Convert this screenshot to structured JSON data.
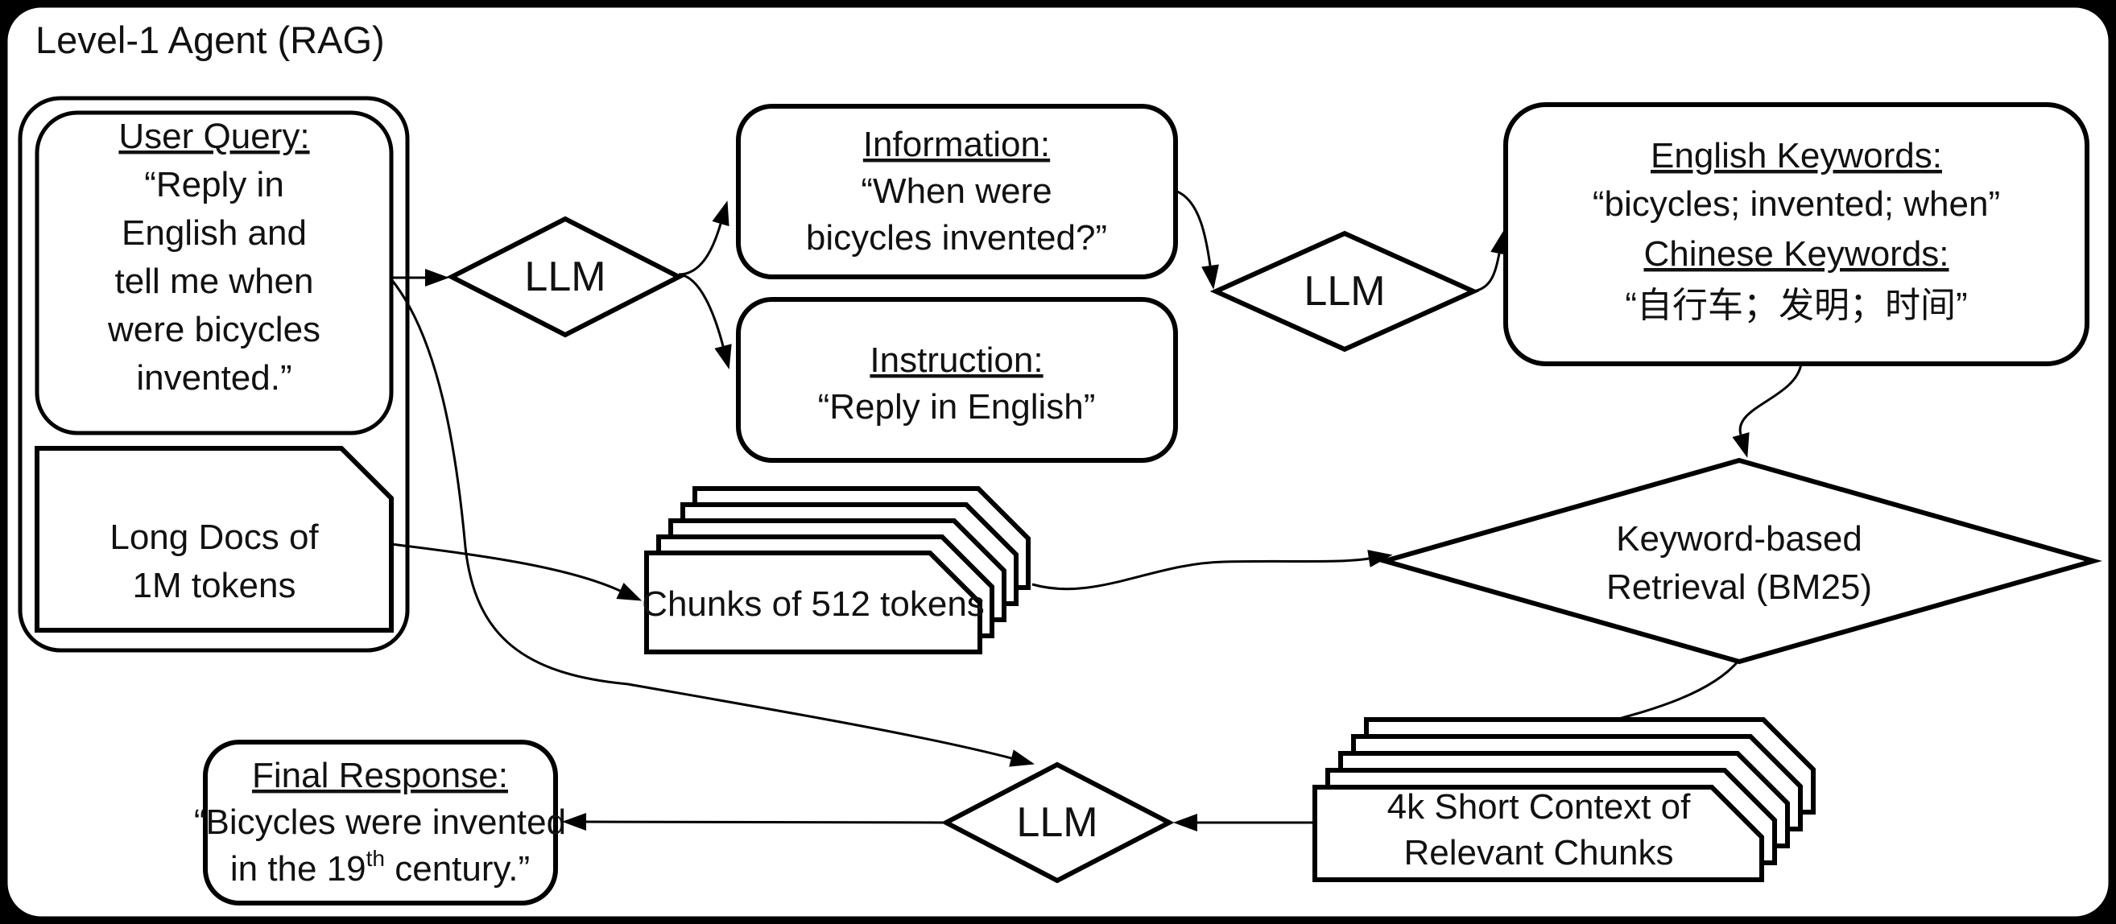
{
  "diagram": {
    "title": "Level-1 Agent (RAG)",
    "nodes": {
      "user_query": {
        "heading": "User Query:",
        "lines": [
          "“Reply in",
          "English and",
          "tell me when",
          "were bicycles",
          "invented.”"
        ]
      },
      "long_docs": {
        "lines": [
          "Long Docs of",
          "1M tokens"
        ]
      },
      "llm_parse": {
        "label": "LLM"
      },
      "information": {
        "heading": "Information:",
        "lines": [
          "“When were",
          "bicycles invented?”"
        ]
      },
      "instruction": {
        "heading": "Instruction:",
        "lines": [
          "“Reply in English”"
        ]
      },
      "llm_keywords": {
        "label": "LLM"
      },
      "keywords": {
        "english_heading": "English Keywords:",
        "english_value": "“bicycles; invented; when”",
        "chinese_heading": "Chinese Keywords:",
        "chinese_value": "“自行车；发明；时间”"
      },
      "retrieval": {
        "lines": [
          "Keyword-based",
          "Retrieval (BM25)"
        ]
      },
      "chunks": {
        "label": "Chunks of 512 tokens"
      },
      "short_context": {
        "lines": [
          "4k Short Context of",
          "Relevant Chunks"
        ]
      },
      "llm_answer": {
        "label": "LLM"
      },
      "final_response": {
        "heading": "Final Response:",
        "line2": "“Bicycles were invented",
        "line3_pre": "in the 19",
        "line3_sup": "th",
        "line3_post": " century.”"
      }
    },
    "colors": {
      "page_background": "#000000",
      "canvas": "#ffffff",
      "stroke": "#000000"
    }
  }
}
